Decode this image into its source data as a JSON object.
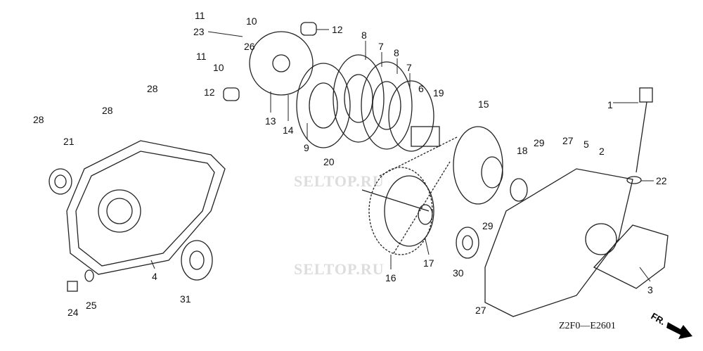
{
  "diagram_code": "Z2F0—E2601",
  "direction_label": "FR.",
  "watermark": "SELTOP.RU",
  "callouts": [
    "11",
    "10",
    "12",
    "23",
    "26",
    "8",
    "7",
    "8",
    "7",
    "11",
    "10",
    "12",
    "28",
    "13",
    "14",
    "9",
    "6",
    "19",
    "15",
    "28",
    "28",
    "21",
    "1",
    "18",
    "29",
    "27",
    "5",
    "2",
    "20",
    "22",
    "29",
    "17",
    "16",
    "30",
    "31",
    "4",
    "3",
    "24",
    "25",
    "27"
  ]
}
